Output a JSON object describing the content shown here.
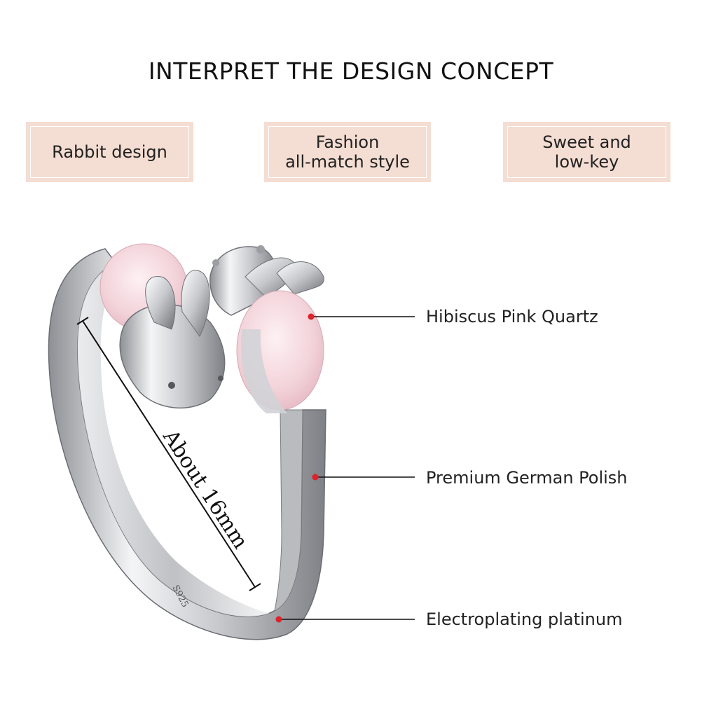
{
  "title": "INTERPRET THE DESIGN CONCEPT",
  "tags": [
    {
      "label": "Rabbit design"
    },
    {
      "label": "Fashion\nall-match style"
    },
    {
      "label": "Sweet and\nlow-key"
    }
  ],
  "callouts": [
    {
      "label": "Hibiscus Pink Quartz"
    },
    {
      "label": "Premium German Polish"
    },
    {
      "label": "Electroplating platinum"
    }
  ],
  "measurement": {
    "label": "About 16mm"
  },
  "engraving": {
    "label": "S925"
  },
  "colors": {
    "tag_background": "#f4ddd2",
    "quartz_pink": "#f3cfd6",
    "silver": "#d9dadc",
    "callout_dot": "#e0202a"
  }
}
